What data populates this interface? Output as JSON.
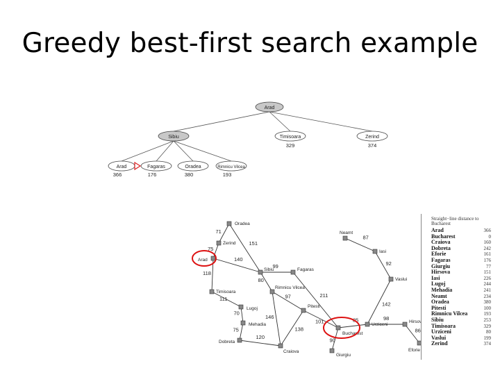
{
  "slide": {
    "title": "Greedy best-first search example"
  },
  "tree": {
    "root": {
      "label": "Arad"
    },
    "level1": [
      {
        "label": "Sibiu",
        "h": "",
        "highlight": true
      },
      {
        "label": "Timisoara",
        "h": "329",
        "highlight": false
      },
      {
        "label": "Zerind",
        "h": "374",
        "highlight": false
      }
    ],
    "level2": [
      {
        "label": "Arad",
        "h": "366"
      },
      {
        "label": "Fagaras",
        "h": "176"
      },
      {
        "label": "Oradea",
        "h": "380"
      },
      {
        "label": "Rimnicu Vilcea",
        "h": "193"
      }
    ]
  },
  "map": {
    "cities": [
      "Oradea",
      "Zerind",
      "Arad",
      "Timisoara",
      "Lugoj",
      "Mehadia",
      "Dobreta",
      "Craiova",
      "Sibiu",
      "Fagaras",
      "Rimnicu Vilcea",
      "Pitesti",
      "Bucharest",
      "Giurgiu",
      "Urziceni",
      "Neamt",
      "Iasi",
      "Vaslui",
      "Hirsova",
      "Eforie"
    ],
    "city_labels": [
      "Oradea",
      "Zerind",
      "Arad",
      "Timisoara",
      "Lugoj",
      "Mehadia",
      "Dobreta",
      "Craiova",
      "Sibiu",
      "Fagaras",
      "Rimnicu Vilcea",
      "Pitesti",
      "Bucharest",
      "Giurgiu",
      "Urziceni",
      "Neamt",
      "Iasi",
      "Vaslui",
      "Hirsova",
      "Eforie"
    ],
    "roads": [
      {
        "from": "Oradea",
        "to": "Zerind",
        "km": "71"
      },
      {
        "from": "Zerind",
        "to": "Arad",
        "km": "75"
      },
      {
        "from": "Oradea",
        "to": "Sibiu",
        "km": "151"
      },
      {
        "from": "Arad",
        "to": "Sibiu",
        "km": "140"
      },
      {
        "from": "Arad",
        "to": "Timisoara",
        "km": "118"
      },
      {
        "from": "Timisoara",
        "to": "Lugoj",
        "km": "111"
      },
      {
        "from": "Lugoj",
        "to": "Mehadia",
        "km": "70"
      },
      {
        "from": "Mehadia",
        "to": "Dobreta",
        "km": "75"
      },
      {
        "from": "Dobreta",
        "to": "Craiova",
        "km": "120"
      },
      {
        "from": "Sibiu",
        "to": "Fagaras",
        "km": "99"
      },
      {
        "from": "Sibiu",
        "to": "Rimnicu Vilcea",
        "km": "80"
      },
      {
        "from": "Rimnicu Vilcea",
        "to": "Pitesti",
        "km": "97"
      },
      {
        "from": "Rimnicu Vilcea",
        "to": "Craiova",
        "km": "146"
      },
      {
        "from": "Craiova",
        "to": "Pitesti",
        "km": "138"
      },
      {
        "from": "Fagaras",
        "to": "Bucharest",
        "km": "211"
      },
      {
        "from": "Pitesti",
        "to": "Bucharest",
        "km": "101"
      },
      {
        "from": "Bucharest",
        "to": "Giurgiu",
        "km": "90"
      },
      {
        "from": "Bucharest",
        "to": "Urziceni",
        "km": "85"
      },
      {
        "from": "Urziceni",
        "to": "Hirsova",
        "km": "98"
      },
      {
        "from": "Hirsova",
        "to": "Eforie",
        "km": "86"
      },
      {
        "from": "Urziceni",
        "to": "Vaslui",
        "km": "142"
      },
      {
        "from": "Vaslui",
        "to": "Iasi",
        "km": "92"
      },
      {
        "from": "Iasi",
        "to": "Neamt",
        "km": "87"
      }
    ],
    "highlighted": [
      "Arad",
      "Bucharest"
    ],
    "highlight_color": "#dd1111"
  },
  "legend": {
    "header": "Straight−line distance to Bucharest",
    "rows": [
      {
        "city": "Arad",
        "value": "366"
      },
      {
        "city": "Bucharest",
        "value": "0"
      },
      {
        "city": "Craiova",
        "value": "160"
      },
      {
        "city": "Dobreta",
        "value": "242"
      },
      {
        "city": "Eforie",
        "value": "161"
      },
      {
        "city": "Fagaras",
        "value": "176"
      },
      {
        "city": "Giurgiu",
        "value": "77"
      },
      {
        "city": "Hirsova",
        "value": "151"
      },
      {
        "city": "Iasi",
        "value": "226"
      },
      {
        "city": "Lugoj",
        "value": "244"
      },
      {
        "city": "Mehadia",
        "value": "241"
      },
      {
        "city": "Neamt",
        "value": "234"
      },
      {
        "city": "Oradea",
        "value": "380"
      },
      {
        "city": "Pitesti",
        "value": "100"
      },
      {
        "city": "Rimnicu Vilcea",
        "value": "193"
      },
      {
        "city": "Sibiu",
        "value": "253"
      },
      {
        "city": "Timisoara",
        "value": "329"
      },
      {
        "city": "Urziceni",
        "value": "80"
      },
      {
        "city": "Vaslui",
        "value": "199"
      },
      {
        "city": "Zerind",
        "value": "374"
      }
    ]
  }
}
